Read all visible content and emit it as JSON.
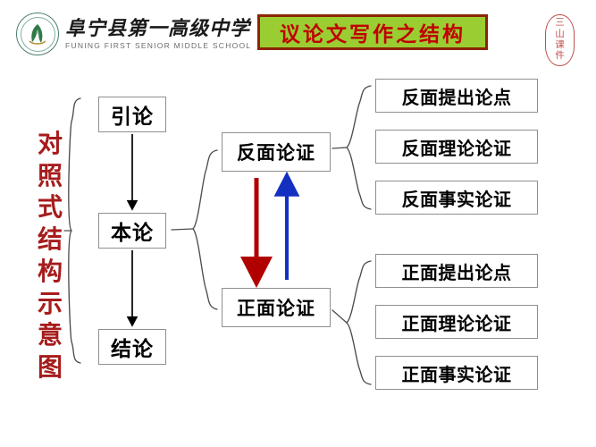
{
  "header": {
    "logo_icon": "school-seal-icon",
    "school_name_cn": "阜宁县第一高级中学",
    "school_name_en": "FUNING FIRST SENIOR MIDDLE SCHOOL",
    "title": "议论文写作之结构",
    "title_bg_color": "#9ACD32",
    "title_border_color": "#8B2500",
    "title_text_color": "#C00000"
  },
  "stamp": {
    "chars": [
      "三",
      "山",
      "课",
      "件"
    ],
    "color": "#C0504D"
  },
  "caption": {
    "chars": [
      "对",
      "照",
      "式",
      "结",
      "构",
      "示",
      "意",
      "图"
    ],
    "color": "#A61C1C"
  },
  "diagram": {
    "level1": [
      {
        "id": "intro",
        "label": "引论"
      },
      {
        "id": "body",
        "label": "本论"
      },
      {
        "id": "conclusion",
        "label": "结论"
      }
    ],
    "level2": [
      {
        "id": "negative",
        "label": "反面论证"
      },
      {
        "id": "positive",
        "label": "正面论证"
      }
    ],
    "negative_group": [
      {
        "id": "neg-1",
        "label": "反面提出论点"
      },
      {
        "id": "neg-2",
        "label": "反面理论论证"
      },
      {
        "id": "neg-3",
        "label": "反面事实论证"
      }
    ],
    "positive_group": [
      {
        "id": "pos-1",
        "label": "正面提出论点"
      },
      {
        "id": "pos-2",
        "label": "正面理论论证"
      },
      {
        "id": "pos-3",
        "label": "正面事实论证"
      }
    ],
    "arrows": {
      "down_arrow_color": "#B00000",
      "up_arrow_color": "#1430C0",
      "flow_arrow_color": "#000000"
    },
    "box_border_color": "#8f8f8f",
    "brace_color": "#4d4d4d"
  }
}
